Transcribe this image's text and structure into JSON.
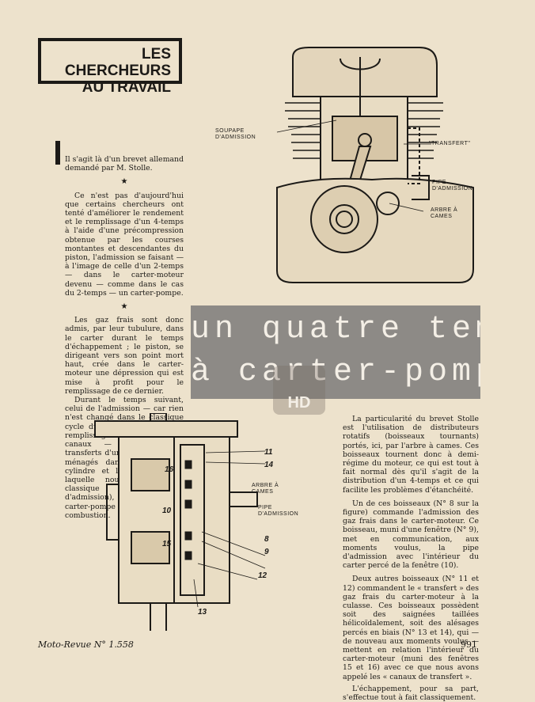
{
  "header": {
    "title_line1": "LES CHERCHEURS",
    "title_line2": "AU TRAVAIL"
  },
  "intro": {
    "paragraph": "Il s'agit là d'un brevet allemand demandé par M. Stolle.",
    "star1": "★",
    "paragraph2": "Ce n'est pas d'aujourd'hui que certains chercheurs ont tenté d'améliorer le rendement et le remplissage d'un 4-temps à l'aide d'une précompression obtenue par les courses montantes et descendantes du piston, l'admission se faisant — à l'image de celle d'un 2-temps — dans le carter-moteur devenu — comme dans le cas du 2-temps — un carter-pompe.",
    "star2": "★",
    "paragraph3": "Les gaz frais sont donc admis, par leur tubulure, dans le carter durant le temps d'échappement ; le piston, se dirigeant vers son point mort haut, crée dans le carter-moteur une dépression qui est mise à profit pour le remplissage de ce dernier.",
    "paragraph4": "Durant le temps suivant, celui de l'admission — car rien n'est changé dans le classique cycle du 4-temps — a lieu le remplissage du cylindre. Deux canaux — rappelant les transferts d'un 2-temps — sont ménagés dans le carter, le cylindre et la culasse (dans laquelle nous trouvons la classique soupape d'admission), menant du carter-pompe à la chambre de combustion."
  },
  "banner": {
    "line1": "un quatre temps",
    "line2": "à carter-pompe"
  },
  "watermark": "HD",
  "diagram_top": {
    "labels": {
      "soupape": "SOUPAPE D'ADMISSION",
      "transfert": "\"TRANSFERT\"",
      "pipe": "PIPE D'ADMISSION",
      "arbre": "ARBRE À CAMES"
    }
  },
  "diagram_bottom": {
    "labels": {
      "arbre": "ARBRE À CAMES",
      "pipe": "PIPE D'ADMISSION"
    },
    "numbers": [
      "11",
      "14",
      "16",
      "10",
      "15",
      "8",
      "9",
      "12",
      "13"
    ]
  },
  "right_col": {
    "p1": "La particularité du brevet Stolle est l'utilisation de distributeurs rotatifs (boisseaux tournants) portés, ici, par l'arbre à cames. Ces boisseaux tournent donc à demi-régime du moteur, ce qui est tout à fait normal dès qu'il s'agit de la distribution d'un 4-temps et ce qui facilite les problèmes d'étanchéité.",
    "p2": "Un de ces boisseaux (N° 8 sur la figure) commande l'admission des gaz frais dans le carter-moteur. Ce boisseau, muni d'une fenêtre (N° 9), met en communication, aux moments voulus, la pipe d'admission avec l'intérieur du carter percé de la fenêtre (10).",
    "p3": "Deux autres boisseaux (N° 11 et 12) commandent le « transfert » des gaz frais du carter-moteur à la culasse. Ces boisseaux possèdent soit des saignées taillées hélicoïdalement, soit des alésages percés en biais (N° 13 et 14), qui — de nouveau aux moments voulus — mettent en relation l'intérieur du carter-moteur (muni des fenêtres 15 et 16) avec ce que nous avons appelé les « canaux de transfert ».",
    "p4": "L'échappement, pour sa part, s'effectue tout à fait classiquement."
  },
  "footer": {
    "left": "Moto-Revue N° 1.558",
    "right": "991"
  },
  "colors": {
    "paper": "#ede2cc",
    "ink": "#1c1a17",
    "banner_bg": "#8d8a86"
  }
}
